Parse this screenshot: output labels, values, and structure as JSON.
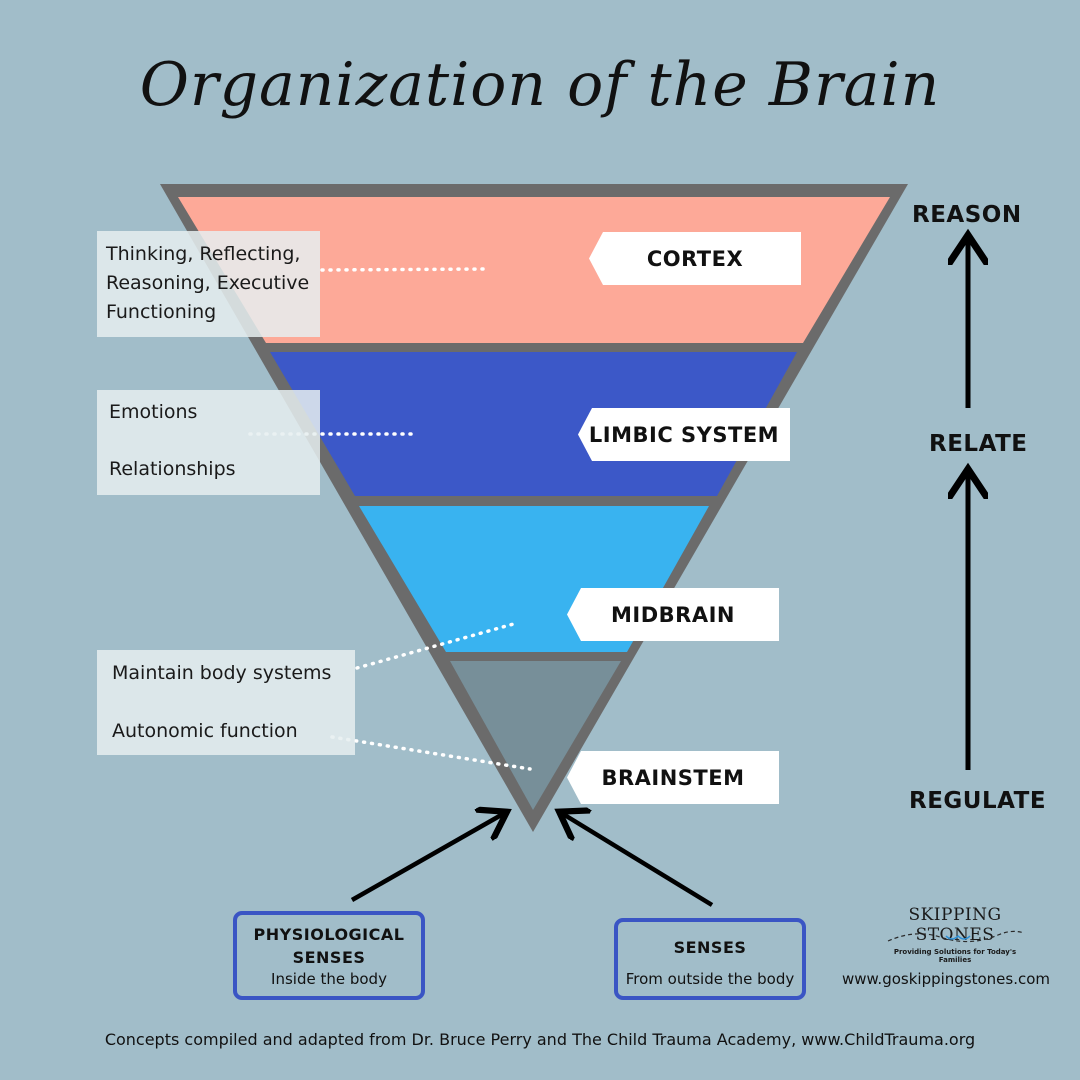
{
  "title": "Organization of the Brain",
  "layers": [
    {
      "label": "CORTEX",
      "color": "#fda998"
    },
    {
      "label": "LIMBIC SYSTEM",
      "color": "#3c58c8"
    },
    {
      "label": "MIDBRAIN",
      "color": "#39b3f0"
    },
    {
      "label": "BRAINSTEM",
      "color": "#778f99"
    }
  ],
  "descriptions": {
    "cortex": [
      "Thinking, Reflecting,",
      "Reasoning, Executive",
      "Functioning"
    ],
    "limbic": [
      "Emotions",
      "Relationships"
    ],
    "lower": [
      "Maintain body systems",
      "Autonomic function"
    ]
  },
  "levels": {
    "reason": "REASON",
    "relate": "RELATE",
    "regulate": "REGULATE"
  },
  "inputs": {
    "physiological": {
      "title_line1": "PHYSIOLOGICAL",
      "title_line2": "SENSES",
      "subtitle": "Inside the body"
    },
    "senses": {
      "title": "SENSES",
      "subtitle": "From outside the body"
    }
  },
  "logo": {
    "name": "SKIPPING STONES",
    "tagline": "Providing Solutions for Today's Families"
  },
  "website": "www.goskippingstones.com",
  "footer": "Concepts compiled and adapted from Dr. Bruce Perry and The Child Trauma Academy, www.ChildTrauma.org",
  "colors": {
    "background": "#a1bdc9",
    "outline": "#6b6b6b",
    "box_border": "#3a55c4"
  }
}
